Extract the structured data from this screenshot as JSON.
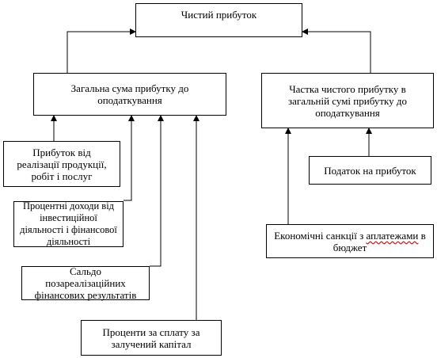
{
  "diagram": {
    "nodes": {
      "net_profit": "Чистий прибуток",
      "total_pretax": "Загальна сума прибутку до оподаткування",
      "share_net": "Частка чистого прибутку в загальній сумі прибутку до оподаткування",
      "sales_profit": "Прибуток від реалізації продукції, робіт і послуг",
      "interest_income": "Процентні доходи від інвестиційної діяльності і фінансової діяльності",
      "nonoperating_balance": "Сальдо позареалізаційних фінансових результатів",
      "interest_paid": "Проценти за сплату за залучений капітал",
      "income_tax": "Податок на прибуток",
      "sanctions_prefix": "Економічні санкції з ",
      "sanctions_word": "аплатежами",
      "sanctions_suffix": " в бюджет"
    },
    "line_color": "#000000",
    "spellcheck_underline_color": "#e0201b"
  }
}
